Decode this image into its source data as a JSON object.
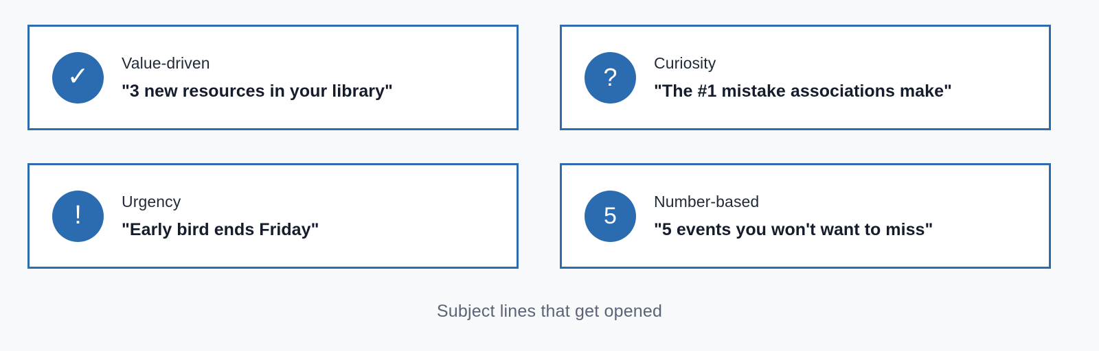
{
  "page": {
    "background_color": "#f8f9fa",
    "caption": "Subject lines that get opened"
  },
  "theme": {
    "accent_blue": "#2b6cb0",
    "border_blue": "#2e6cb0",
    "card_background": "#ffffff",
    "label_text_color": "#1f2937",
    "subject_text_color": "#151c2c",
    "caption_text_color": "#5a6377"
  },
  "cards": [
    {
      "icon": "check-icon",
      "icon_glyph": "✓",
      "label": "Value-driven",
      "subject": "\"3 new resources in your library\""
    },
    {
      "icon": "question-mark-icon",
      "icon_glyph": "?",
      "label": "Curiosity",
      "subject": "\"The #1 mistake associations make\""
    },
    {
      "icon": "exclamation-icon",
      "icon_glyph": "!",
      "label": "Urgency",
      "subject": "\"Early bird ends Friday\""
    },
    {
      "icon": "number-five-icon",
      "icon_glyph": "5",
      "label": "Number-based",
      "subject": "\"5 events you won't want to miss\""
    }
  ]
}
